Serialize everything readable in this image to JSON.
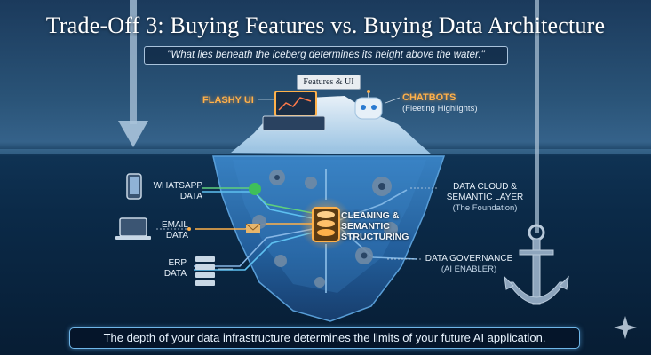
{
  "header": {
    "title": "Trade-Off 3: Buying Features vs. Buying Data Architecture",
    "quote": "\"What lies beneath the iceberg determines its height above the water.\""
  },
  "above_water": {
    "features_tag": "Features & UI",
    "flashy_ui": "FLASHY UI",
    "chatbots": "CHATBOTS",
    "chatbots_sub": "(Fleeting Highlights)"
  },
  "sources": {
    "whatsapp_line1": "WHATSAPP",
    "whatsapp_line2": "DATA",
    "email_line1": "EMAIL",
    "email_line2": "DATA",
    "erp_line1": "ERP",
    "erp_line2": "DATA"
  },
  "core": {
    "line1": "CLEANING &",
    "line2": "SEMANTIC",
    "line3": "STRUCTURING"
  },
  "right_labels": {
    "data_cloud_line1": "DATA CLOUD &",
    "data_cloud_line2": "SEMANTIC LAYER",
    "data_cloud_sub": "(The Foundation)",
    "governance": "DATA GOVERNANCE",
    "governance_sub": "(AI ENABLER)"
  },
  "footer": {
    "banner": "The depth of your data infrastructure determines the limits of your future AI application."
  },
  "colors": {
    "accent_orange": "#ffb14a",
    "banner_border": "#6fb6e8",
    "ice": "#cfe6f7",
    "deep_ice": "#2f6fb0"
  }
}
